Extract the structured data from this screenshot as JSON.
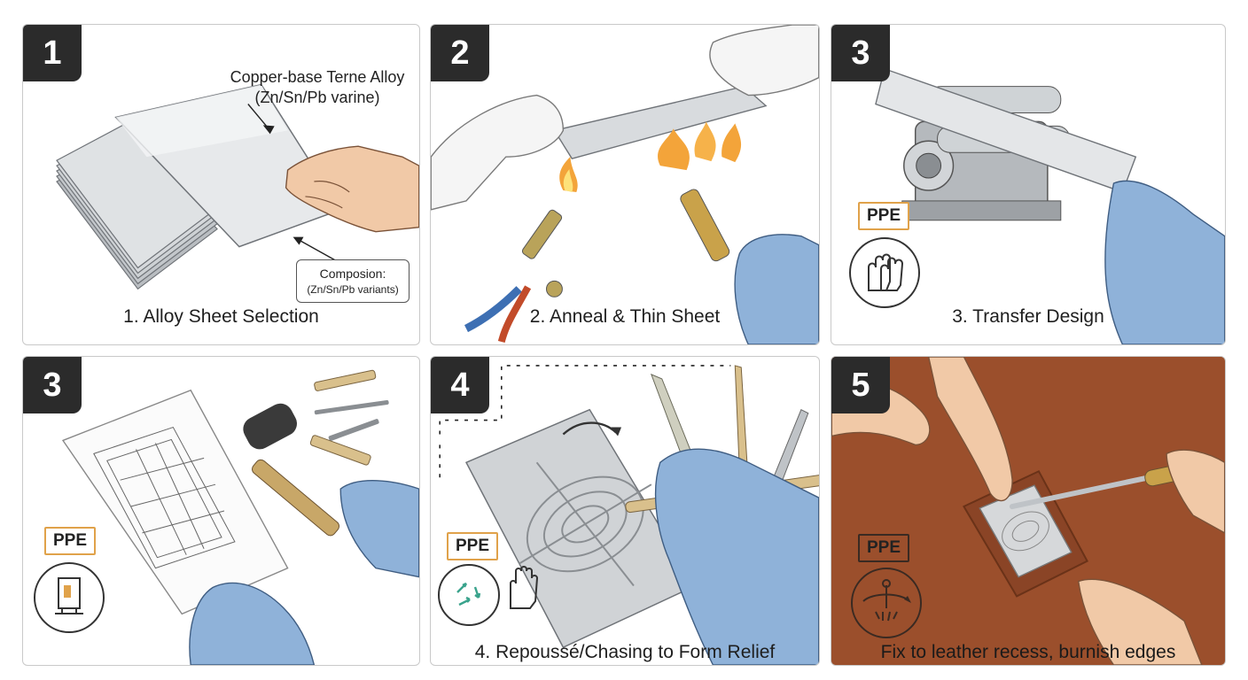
{
  "panels": [
    {
      "badge": "1",
      "caption": "1. Alloy Sheet Selection",
      "callout_top": [
        "Copper-base Terne Alloy",
        "(Zn/Sn/Pb varine)"
      ],
      "callout_box": [
        "Composion:",
        "(Zn/Sn/Pb variants)"
      ]
    },
    {
      "badge": "2",
      "caption": "2. Anneal & Thin Sheet"
    },
    {
      "badge": "3",
      "caption": "3. Transfer Design",
      "ppe": "PPE",
      "ppe_icon": "gloves-icon"
    },
    {
      "badge": "3",
      "ppe": "PPE",
      "ppe_icon": "press-icon"
    },
    {
      "badge": "4",
      "caption": "4. Repoussé/Chasing to Form Relief",
      "ppe": "PPE",
      "ppe_icon": "gloves-arrows-icon"
    },
    {
      "badge": "5",
      "caption": "Fix to leather recess, burnish edges",
      "ppe": "PPE",
      "ppe_icon": "burnisher-icon"
    }
  ],
  "colors": {
    "badge": "#2b2b2b",
    "ppe_border": "#e0a24a",
    "glove_blue": "#8fb2d9",
    "leather": "#9b4f2c",
    "metal": "#c8ccd0"
  }
}
